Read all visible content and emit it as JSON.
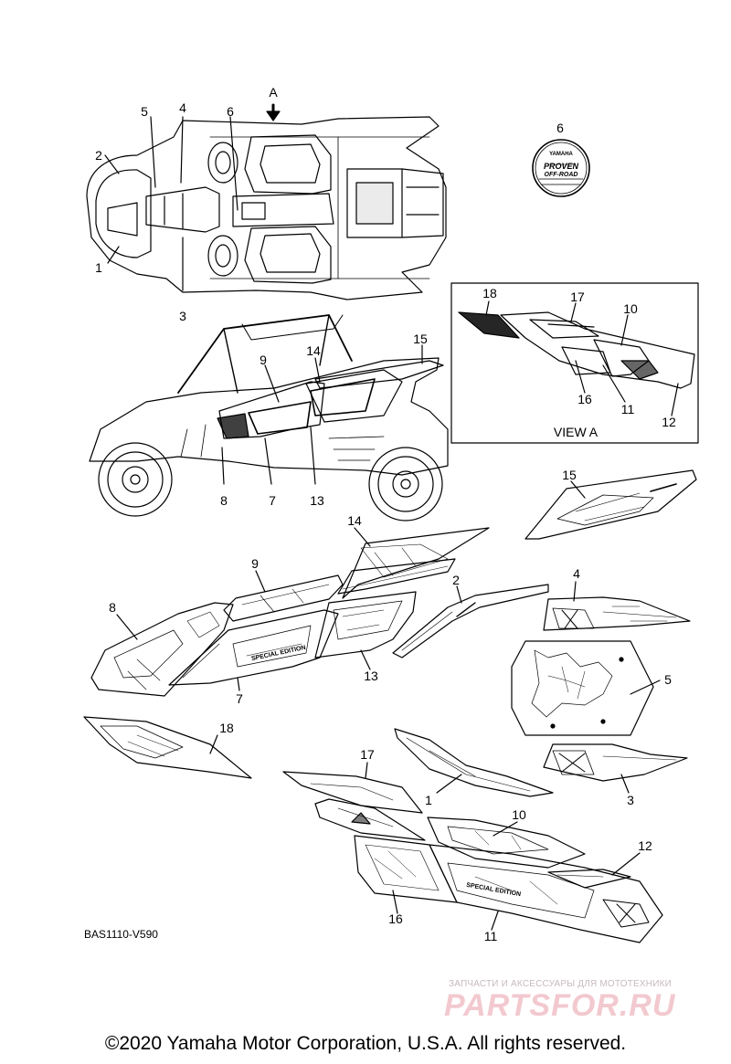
{
  "view_marker": {
    "letter": "A"
  },
  "top_view_callouts": [
    "1",
    "2",
    "3",
    "4",
    "5",
    "6"
  ],
  "emblem": {
    "callout": "6",
    "line1": "YAMAHA",
    "line2": "PROVEN",
    "line3": "OFF-ROAD"
  },
  "view_a": {
    "title": "VIEW A",
    "callouts": [
      "18",
      "17",
      "10",
      "16",
      "11",
      "12"
    ]
  },
  "side_view_callouts": [
    "9",
    "14",
    "15",
    "8",
    "7",
    "13"
  ],
  "parts_callouts": [
    "15",
    "14",
    "9",
    "2",
    "4",
    "8",
    "13",
    "7",
    "5",
    "18",
    "17",
    "1",
    "3",
    "10",
    "12",
    "16",
    "11"
  ],
  "decal_text": {
    "special_edition_1": "SPECIAL EDITION",
    "special_edition_2": "SPECIAL EDITION"
  },
  "diagram_code": "BAS1110-V590",
  "watermark": {
    "tagline": "ЗАПЧАСТИ И АКСЕССУАРЫ ДЛЯ МОТОТЕХНИКИ",
    "brand": "PARTSFOR.RU"
  },
  "copyright": "©2020 Yamaha Motor Corporation, U.S.A. All rights reserved."
}
